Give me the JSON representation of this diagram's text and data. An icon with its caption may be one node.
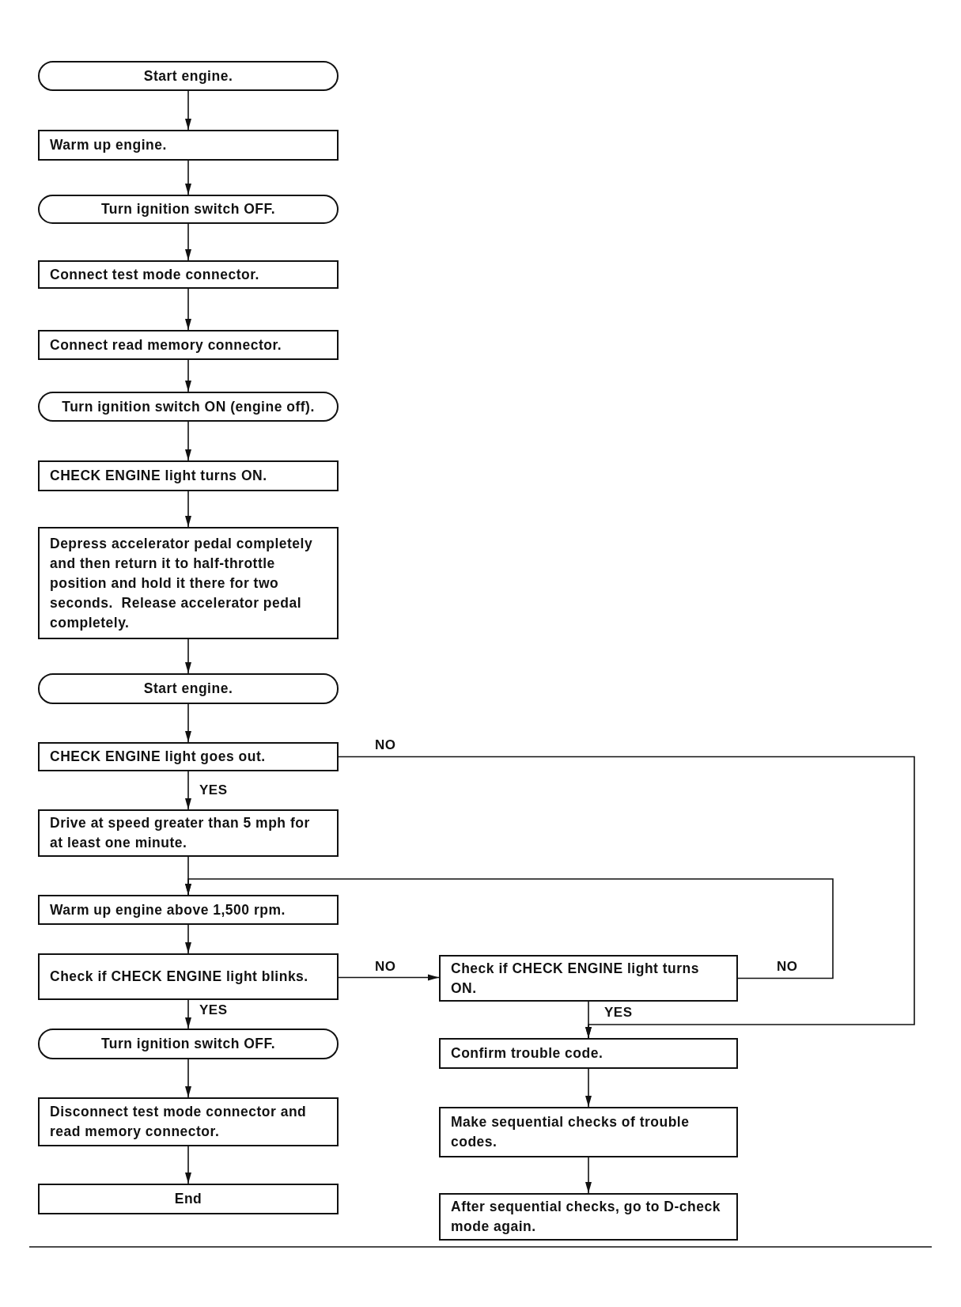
{
  "diagram": {
    "nodes": [
      {
        "text": [
          "Start engine."
        ]
      },
      {
        "text": [
          "Warm up engine."
        ]
      },
      {
        "text": [
          "Turn ignition switch OFF."
        ]
      },
      {
        "text": [
          "Connect test mode connector."
        ]
      },
      {
        "text": [
          "Connect read memory connector."
        ]
      },
      {
        "text": [
          "Turn ignition switch ON (engine off)."
        ]
      },
      {
        "text": [
          "CHECK ENGINE light turns ON."
        ]
      },
      {
        "text": [
          "Depress accelerator pedal completely and then return it to half-throttle position and hold it there for two seconds.  Release accelerator pedal completely."
        ]
      },
      {
        "text": [
          "Start engine."
        ]
      },
      {
        "text": [
          "CHECK ENGINE light goes out."
        ]
      },
      {
        "text": [
          "Drive at speed greater than 5 mph for at least one minute."
        ]
      },
      {
        "text": [
          "Warm up engine above 1,500 rpm."
        ]
      },
      {
        "text": [
          "Check if CHECK ENGINE light blinks."
        ]
      },
      {
        "text": [
          "Turn ignition switch OFF."
        ]
      },
      {
        "text": [
          "Disconnect test mode connector and read memory connector."
        ]
      },
      {
        "text": [
          "End"
        ]
      },
      {
        "text": [
          "Check if CHECK ENGINE light turns ON."
        ]
      },
      {
        "text": [
          "Confirm trouble code."
        ]
      },
      {
        "text": [
          "Make sequential checks of trouble codes."
        ]
      },
      {
        "text": [
          "After sequential checks, go to D-check mode again."
        ]
      }
    ],
    "edges": [
      {
        "from": 0,
        "to": 1,
        "arrow": "to"
      },
      {
        "from": 1,
        "to": 2,
        "arrow": "to"
      },
      {
        "from": 2,
        "to": 3,
        "arrow": "to"
      },
      {
        "from": 3,
        "to": 4,
        "arrow": "to"
      },
      {
        "from": 4,
        "to": 5,
        "arrow": "to"
      },
      {
        "from": 5,
        "to": 6,
        "arrow": "to"
      },
      {
        "from": 6,
        "to": 7,
        "arrow": "to"
      },
      {
        "from": 7,
        "to": 8,
        "arrow": "to"
      },
      {
        "from": 8,
        "to": 9,
        "arrow": "to"
      },
      {
        "from": 9,
        "to": 10,
        "arrow": "to",
        "label": "YES"
      },
      {
        "from": 9,
        "to": 17,
        "arrow": "to",
        "label": "NO"
      },
      {
        "from": 10,
        "to": 11,
        "arrow": "to"
      },
      {
        "from": 11,
        "to": 12,
        "arrow": "to"
      },
      {
        "from": 12,
        "to": 13,
        "arrow": "to",
        "label": "YES"
      },
      {
        "from": 12,
        "to": 16,
        "arrow": "to",
        "label": "NO"
      },
      {
        "from": 16,
        "to": 11,
        "arrow": "to",
        "label": "NO"
      },
      {
        "from": 16,
        "to": 17,
        "arrow": "to",
        "label": "YES"
      },
      {
        "from": 13,
        "to": 14,
        "arrow": "to"
      },
      {
        "from": 14,
        "to": 15,
        "arrow": "to"
      },
      {
        "from": 17,
        "to": 18,
        "arrow": "to"
      },
      {
        "from": 18,
        "to": 19,
        "arrow": "to"
      }
    ]
  }
}
